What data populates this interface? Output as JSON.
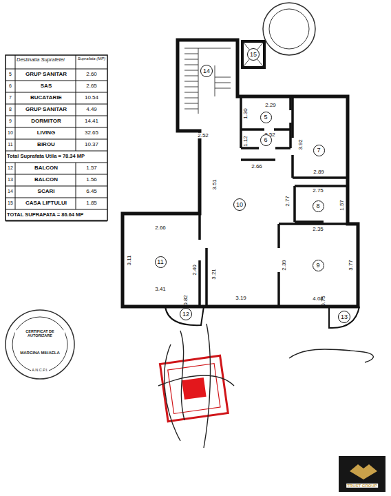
{
  "diagram": {
    "nodes": [
      {
        "text": [
          "14"
        ]
      },
      {
        "text": [
          "15"
        ]
      },
      {
        "text": [
          "5"
        ]
      },
      {
        "text": [
          "6"
        ]
      },
      {
        "text": [
          "7"
        ]
      },
      {
        "text": [
          "10"
        ]
      },
      {
        "text": [
          "8"
        ]
      },
      {
        "text": [
          "11"
        ]
      },
      {
        "text": [
          "9"
        ]
      },
      {
        "text": [
          "12"
        ]
      },
      {
        "text": [
          "13"
        ]
      }
    ],
    "labels": [
      "Destinatia Suprafetei",
      "Suprafata (MP)",
      "5",
      "GRUP SANITAR",
      "2.60",
      "6",
      "SAS",
      "2.65",
      "7",
      "BUCATARIE",
      "10.54",
      "8",
      "GRUP SANITAR",
      "4.49",
      "9",
      "DORMITOR",
      "14.41",
      "10",
      "LIVING",
      "32.65",
      "11",
      "BIROU",
      "10.37",
      "Total Suprafata Utila = 78.34 MP",
      "12",
      "BALCON",
      "1.57",
      "13",
      "BALCON",
      "1.56",
      "14",
      "SCARI",
      "6.45",
      "15",
      "CASA LIFTULUI",
      "1.85",
      "TOTAL SUPRAFATA = 86.64 MP",
      "2.29",
      "1.30",
      "2.52",
      "1.12",
      "2.52",
      "3.92",
      "3.51",
      "2.66",
      "2.89",
      "2.77",
      "2.75",
      "1.57",
      "2.66",
      "2.35",
      "3.11",
      "2.40",
      "3.21",
      "2.39",
      "3.77",
      "3.41",
      "3.19",
      "4.08",
      "0.82",
      "0.75",
      "CERTIFICAT DE AUTORIZARE",
      "MARGINA MIHAELA",
      "A.N.C.P.I.",
      "TRUST GROUP"
    ]
  }
}
